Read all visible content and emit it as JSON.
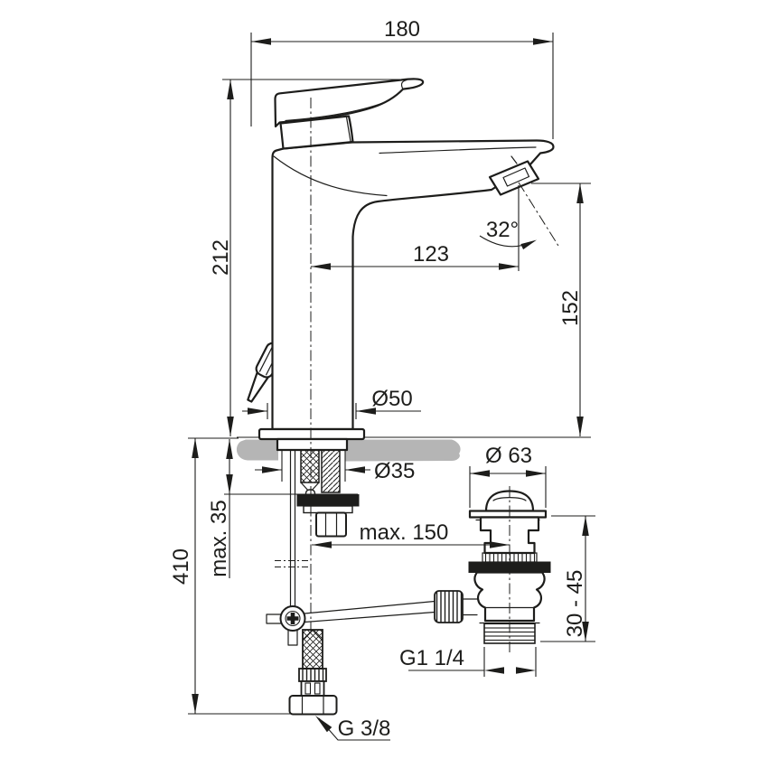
{
  "drawing": {
    "subject": "single-lever basin mixer tap with pop-up waste, dimensioned side elevation",
    "colors": {
      "line": "#1d1d1b",
      "counter": "#b5b5b5",
      "background": "#ffffff"
    },
    "labels": {
      "width_overall": "180",
      "height_base_to_top": "212",
      "spout_projection": "123",
      "spout_angle": "32°",
      "outlet_height": "152",
      "base_diameter": "Ø50",
      "hole_diameter": "Ø35",
      "deck_thickness_max": "max. 35",
      "overall_depth": "410",
      "rod_travel_max": "max. 150",
      "waste_cap_diameter": "Ø 63",
      "waste_plug_travel": "30 - 45",
      "waste_thread": "G1 1/4",
      "supply_thread": "G 3/8"
    }
  }
}
